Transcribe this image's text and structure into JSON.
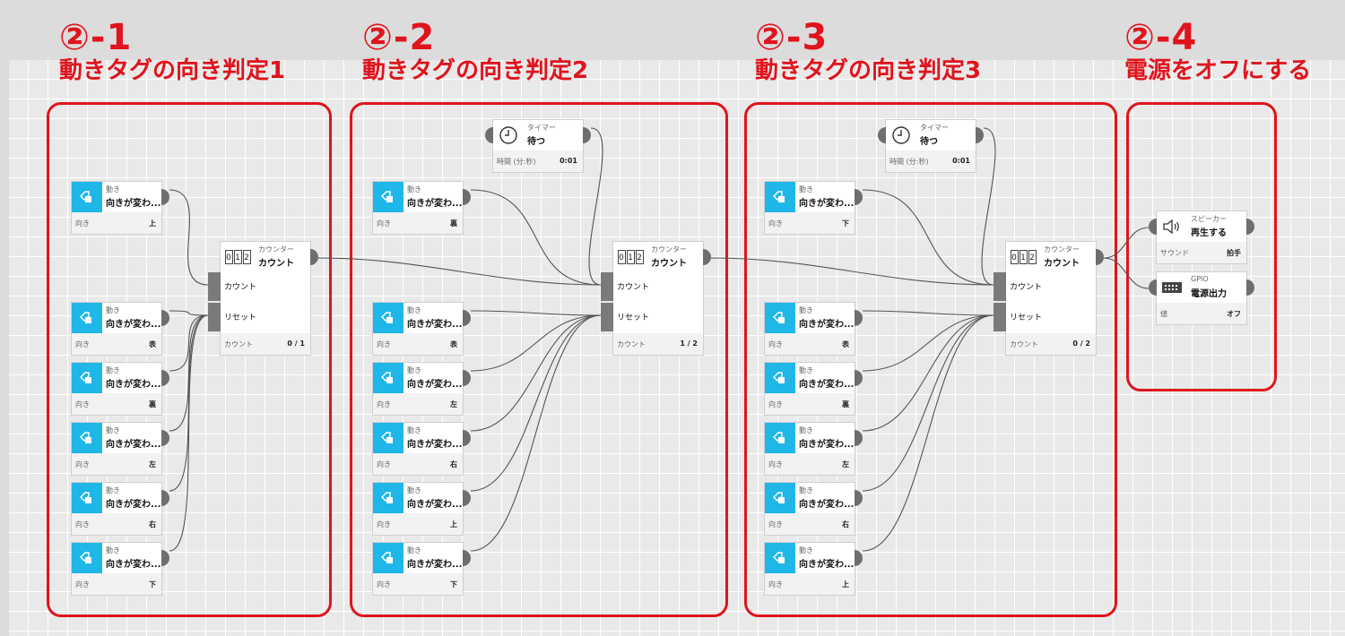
{
  "sections": [
    {
      "num": "②-1",
      "title": "動きタグの向き判定1"
    },
    {
      "num": "②-2",
      "title": "動きタグの向き判定2"
    },
    {
      "num": "②-3",
      "title": "動きタグの向き判定3"
    },
    {
      "num": "②-4",
      "title": "電源をオフにする"
    }
  ],
  "motion_node": {
    "category": "動き",
    "title": "向きが変わ...",
    "param_label": "向き"
  },
  "motion_dirs": {
    "s1": [
      "上",
      "表",
      "裏",
      "左",
      "右",
      "下"
    ],
    "s2": [
      "裏",
      "表",
      "左",
      "右",
      "上",
      "下"
    ],
    "s3": [
      "下",
      "表",
      "裏",
      "左",
      "右",
      "上"
    ]
  },
  "counter_node": {
    "category": "カウンター",
    "title": "カウント",
    "in_count": "カウント",
    "in_reset": "リセット",
    "param_label": "カウント",
    "digits": [
      "0",
      "1",
      "2"
    ]
  },
  "counter_values": {
    "s1": "0 / 1",
    "s2": "1 / 2",
    "s3": "0 / 2"
  },
  "timer_node": {
    "category": "タイマー",
    "title": "待つ",
    "param_label": "時間 (分:秒)",
    "param_value": "0:01"
  },
  "speaker_node": {
    "category": "スピーカー",
    "title": "再生する",
    "param_label": "サウンド",
    "param_value": "拍手"
  },
  "gpio_node": {
    "category": "GPIO",
    "title": "電源出力",
    "param_label": "値",
    "param_value": "オフ"
  },
  "colors": {
    "accent": "#e0141d",
    "motion_icon_bg": "#1fb6e8",
    "wire": "#555555"
  },
  "icons": {
    "motion": "motion-tag-icon",
    "counter": "counter-digits-icon",
    "timer": "clock-icon",
    "speaker": "speaker-icon",
    "gpio": "gpio-connector-icon"
  }
}
